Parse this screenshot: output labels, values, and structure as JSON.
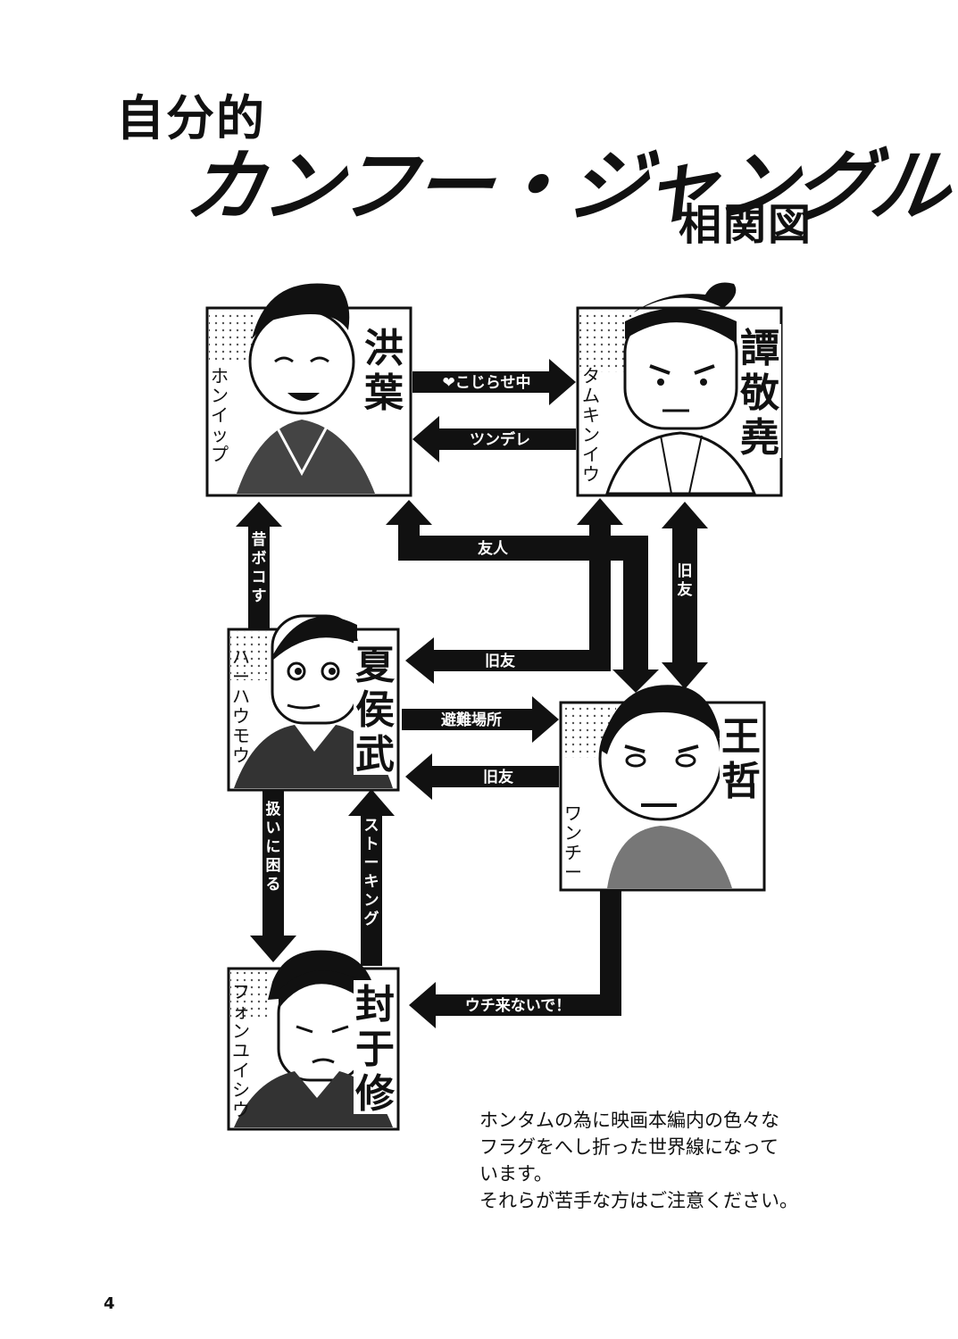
{
  "title": {
    "line1": "自分的",
    "line2": "カンフー・ジャングル",
    "line3": "相関図"
  },
  "characters": [
    {
      "id": "hong",
      "name": "洪葉",
      "reading": "ホンイップ"
    },
    {
      "id": "tam",
      "name": "譚敬堯",
      "reading": "タムキンイウ"
    },
    {
      "id": "ha",
      "name": "夏侯武",
      "reading": "ハーハウモウ"
    },
    {
      "id": "wong",
      "name": "王哲",
      "reading": "ワンチー"
    },
    {
      "id": "fung",
      "name": "封于修",
      "reading": "フォンユイシウ"
    }
  ],
  "relations": [
    {
      "label": "❤こじらせ中"
    },
    {
      "label": "ツンデレ"
    },
    {
      "label": "友人"
    },
    {
      "label": "旧友"
    },
    {
      "label": "昔ボコす"
    },
    {
      "label": "旧友"
    },
    {
      "label": "避難場所"
    },
    {
      "label": "旧友"
    },
    {
      "label": "扱いに困る"
    },
    {
      "label": "ストーキング"
    },
    {
      "label": "ウチ来ないで！"
    }
  ],
  "note": [
    "ホンタムの為に映画本編内の色々な",
    "フラグをへし折った世界線になって",
    "います。",
    "それらが苦手な方はご注意ください。"
  ],
  "page_number": "4"
}
